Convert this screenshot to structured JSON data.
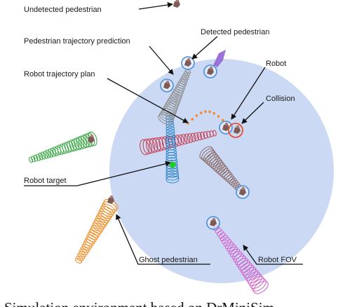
{
  "labels": {
    "undetected_pedestrian": "Undetected pedestrian",
    "pedestrian_trajectory_prediction": "Pedestrian trajectory prediction",
    "detected_pedestrian": "Detected pedestrian",
    "robot_trajectory_plan": "Robot trajectory plan",
    "robot": "Robot",
    "collision": "Collision",
    "robot_target": "Robot target",
    "ghost_pedestrian": "Ghost pedestrian",
    "robot_fov": "Robot FOV"
  },
  "caption": "Simulation environment based on DrMiniSim",
  "colors": {
    "fov": "#cbd9f4",
    "robot": "#9b72d8",
    "target": "#22cc22",
    "plan": "#f08a2c",
    "collision": "#e8502a",
    "pedestrian_ring": "#4a8fd8",
    "pedestrian_body": "#7d5a55",
    "green_track": "#2fa23a",
    "orange_track": "#f0891e",
    "red_track": "#c8384a",
    "blue_track": "#2f86c8",
    "gray_track": "#8c8c8c",
    "brown_track": "#8a6a66",
    "pink_track": "#d45ec8"
  }
}
